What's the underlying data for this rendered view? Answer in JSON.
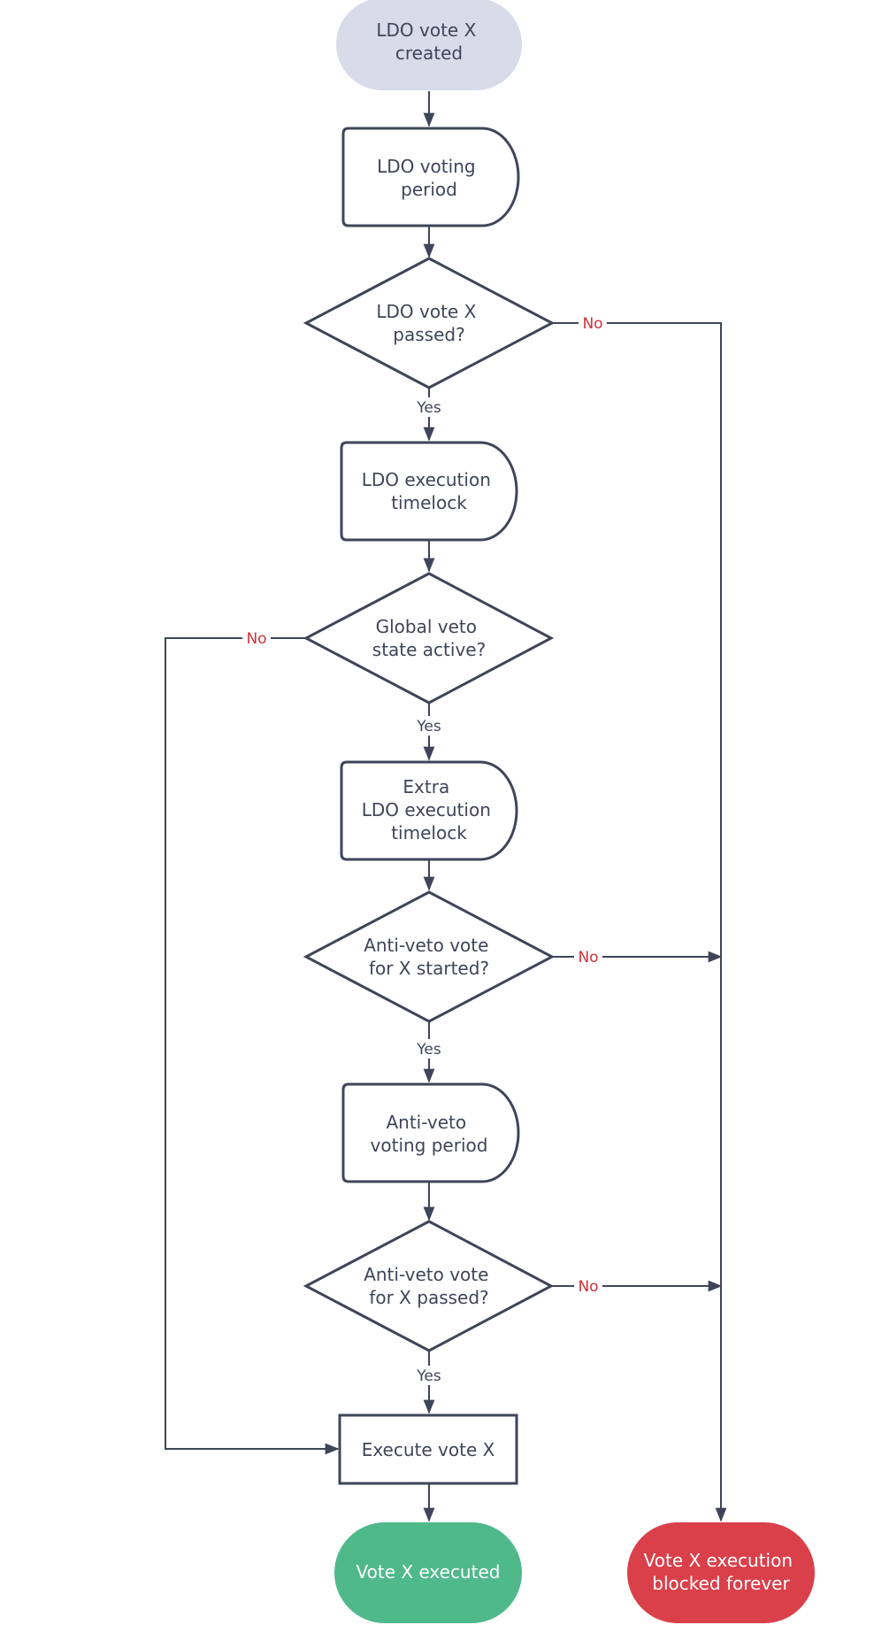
{
  "colors": {
    "stroke": "#3f4559",
    "start_fill": "#d8dbe8",
    "success_fill": "#4fb98c",
    "blocked_fill": "#d9404a",
    "no_label": "#d0303a"
  },
  "nodes": {
    "start": [
      "LDO vote X",
      "created"
    ],
    "voting_period": [
      "LDO voting",
      "period"
    ],
    "vote_passed": [
      "LDO vote X",
      "passed?"
    ],
    "execution_timelock": [
      "LDO execution",
      "timelock"
    ],
    "global_veto": [
      "Global veto",
      "state active?"
    ],
    "extra_timelock": [
      "Extra",
      "LDO execution",
      "timelock"
    ],
    "anti_veto_started": [
      "Anti-veto vote",
      "for X started?"
    ],
    "anti_veto_period": [
      "Anti-veto",
      "voting period"
    ],
    "anti_veto_passed": [
      "Anti-veto vote",
      "for X passed?"
    ],
    "execute": [
      "Execute vote X"
    ],
    "executed": [
      "Vote X executed"
    ],
    "blocked": [
      "Vote X execution",
      "blocked forever"
    ]
  },
  "edge_labels": {
    "yes": "Yes",
    "no": "No"
  }
}
